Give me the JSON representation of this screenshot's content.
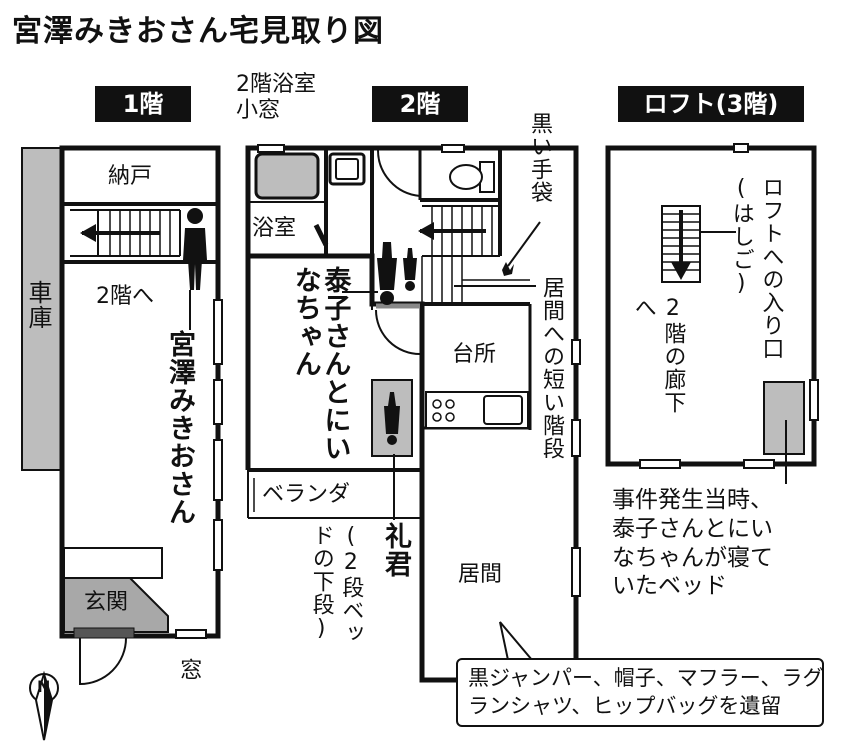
{
  "title": "宮澤みきおさん宅見取り図",
  "floors": {
    "first": "1階",
    "second": "2階",
    "loft": "ロフト(3階)"
  },
  "rooms": {
    "storage": "納戸",
    "to_second_floor": "2階へ",
    "garage": "車庫",
    "entrance": "玄関",
    "window": "窓",
    "bath_window": "2階浴室\n小窓",
    "bathroom": "浴室",
    "veranda": "ベランダ",
    "kitchen": "台所",
    "living": "居間",
    "loft_entrance": "ロフトへの入り口(はしご)",
    "second_floor_hallway": "2階の廊下へ",
    "stairs_to_living": "居間への短い階段"
  },
  "persons": {
    "mikio": "宮澤みきおさん",
    "yasuko_niina": "泰子さんとにいなちゃん",
    "rei": "礼君",
    "rei_note": "(2段ベッドの下段)"
  },
  "annotations": {
    "black_gloves": "黒い手袋",
    "bed_note": "事件発生当時、\n泰子さんとにい\nなちゃんが寝て\nいたベッド",
    "left_items": "黒ジャンパー、帽子、マフラー、ラグ\nランシャツ、ヒップバッグを遺留"
  },
  "compass": "N"
}
